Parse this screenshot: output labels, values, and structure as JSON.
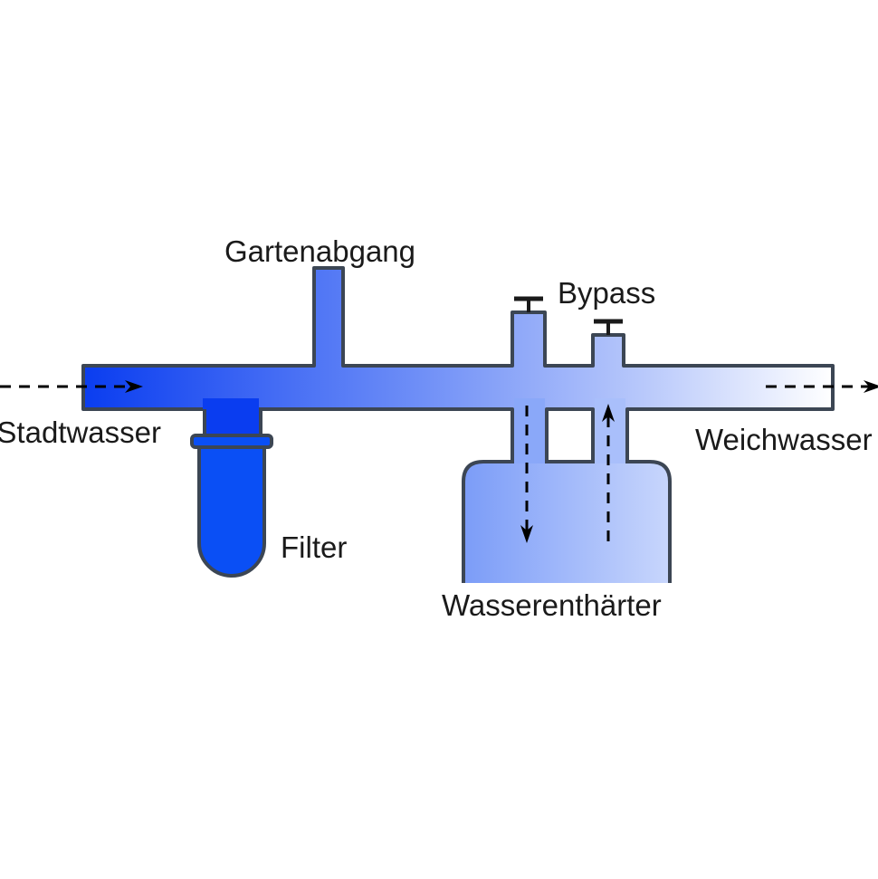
{
  "labels": {
    "inlet": "Stadtwasser",
    "garden": "Gartenabgang",
    "bypass": "Bypass",
    "filter": "Filter",
    "softener": "Wasserenthärter",
    "outlet": "Weichwasser"
  },
  "colors": {
    "flow_start": "#0a3df0",
    "flow_mid": "#6f8ff7",
    "flow_end": "#ffffff",
    "filter_fill": "#0a4ff5",
    "softener_left": "#7b9cf8",
    "softener_right": "#c8d6fc",
    "outline": "#3c4654"
  }
}
